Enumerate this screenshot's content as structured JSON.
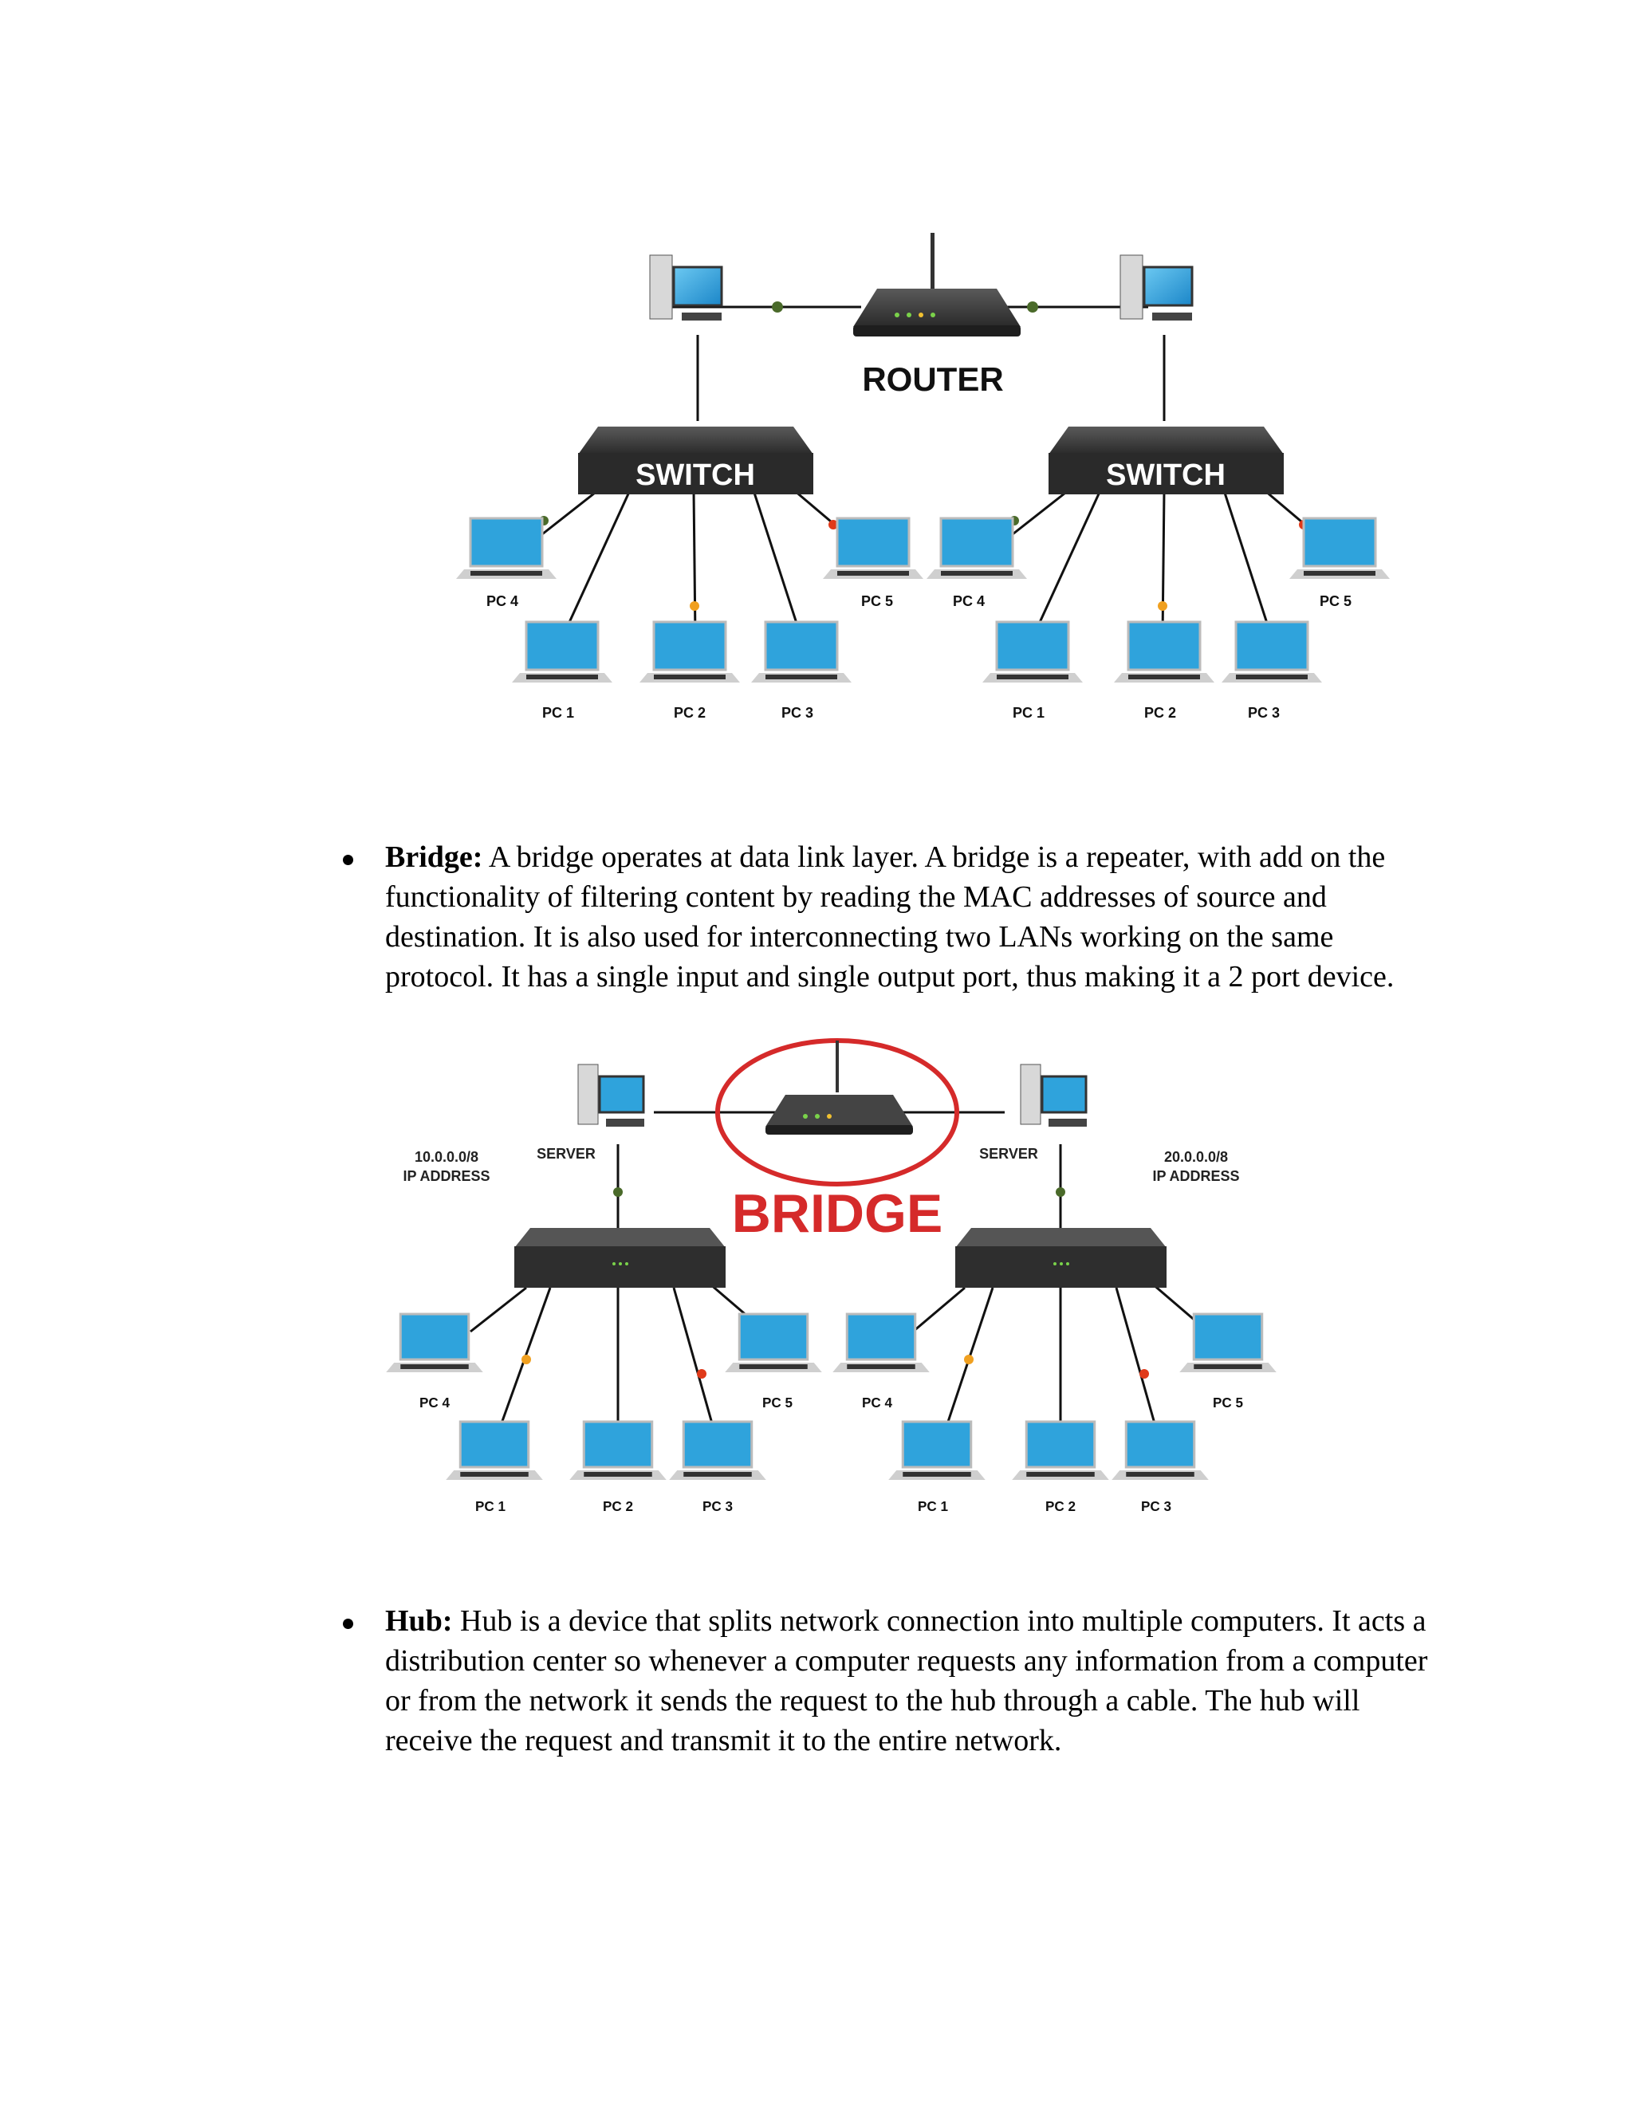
{
  "figure1": {
    "router_label": "ROUTER",
    "switch_label_left": "SWITCH",
    "switch_label_right": "SWITCH",
    "pc_labels": [
      "PC 1",
      "PC 2",
      "PC 3",
      "PC 4",
      "PC 5"
    ]
  },
  "bridge": {
    "term": "Bridge:",
    "text": " A bridge operates at data link layer. A bridge is a repeater, with add on the functionality of filtering content by reading the MAC addresses of source and destination. It is also used for interconnecting two LANs working on the same protocol. It has a single input and single output port, thus making it a 2 port device."
  },
  "figure2": {
    "bridge_label": "BRIDGE",
    "server_label_left": "SERVER",
    "server_label_right": "SERVER",
    "ip_left_1": "10.0.0.0/8",
    "ip_left_2": "IP ADDRESS",
    "ip_right_1": "20.0.0.0/8",
    "ip_right_2": "IP ADDRESS",
    "pc_labels": [
      "PC 1",
      "PC 2",
      "PC 3",
      "PC 4",
      "PC 5"
    ]
  },
  "hub": {
    "term": "Hub:",
    "text": " Hub is a device that splits network connection into multiple computers. It acts a distribution center so whenever a computer requests any information from a computer or from the network it sends the request to the hub through a cable. The hub will receive the request and transmit it to the entire network."
  },
  "colors": {
    "screen": "#2fa3dc",
    "device_dark": "#3a3a3a",
    "bridge_red": "#d52a2a",
    "dot_green": "#4a6a2a",
    "dot_orange": "#f0a020",
    "dot_red": "#e03a1a"
  }
}
